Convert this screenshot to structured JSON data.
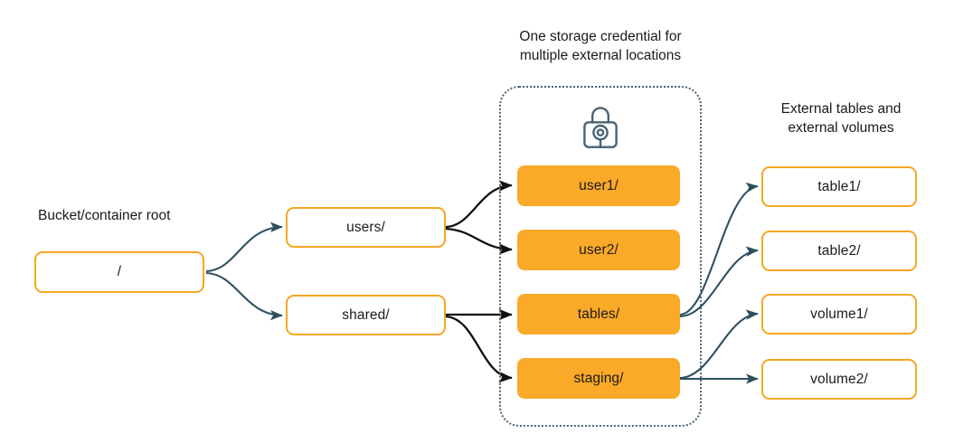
{
  "diagram": {
    "title_credential": "One storage credential for\nmultiple external locations",
    "title_external": "External tables and\nexternal volumes",
    "label_root": "Bucket/container root",
    "colors": {
      "node_border": "#F5A623",
      "node_fill": "#FBA928",
      "arrow_dark": "#2E4F60",
      "arrow_black": "#000000",
      "group_border": "#4A6374",
      "text": "#1b1b1b",
      "background": "#ffffff"
    },
    "icons": {
      "credential_lock": "lock-icon"
    },
    "nodes": {
      "root": {
        "label": "/"
      },
      "prefixes": [
        {
          "label": "users/"
        },
        {
          "label": "shared/"
        }
      ],
      "external_locations": [
        {
          "label": "user1/"
        },
        {
          "label": "user2/"
        },
        {
          "label": "tables/"
        },
        {
          "label": "staging/"
        }
      ],
      "assets": [
        {
          "label": "table1/"
        },
        {
          "label": "table2/"
        },
        {
          "label": "volume1/"
        },
        {
          "label": "volume2/"
        }
      ]
    },
    "edges": [
      {
        "from": "/",
        "to": "users/"
      },
      {
        "from": "/",
        "to": "shared/"
      },
      {
        "from": "users/",
        "to": "user1/"
      },
      {
        "from": "users/",
        "to": "user2/"
      },
      {
        "from": "shared/",
        "to": "tables/"
      },
      {
        "from": "shared/",
        "to": "staging/"
      },
      {
        "from": "tables/",
        "to": "table1/"
      },
      {
        "from": "tables/",
        "to": "table2/"
      },
      {
        "from": "staging/",
        "to": "volume1/"
      },
      {
        "from": "staging/",
        "to": "volume2/"
      }
    ]
  }
}
